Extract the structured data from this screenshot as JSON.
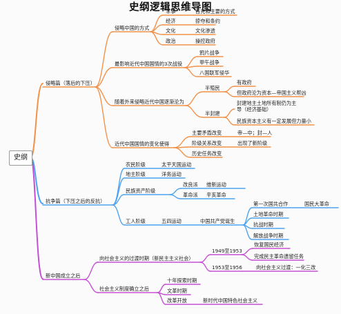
{
  "title": "史纲逻辑思维导图",
  "root": "史纲",
  "colors": {
    "orange": "#f2914a",
    "blue": "#4da3ee",
    "purple": "#c54fd4"
  },
  "branches": {
    "invasion": {
      "label": "侵略篇（落后的下压）",
      "ways": {
        "label": "侵略中国的方式",
        "items": [
          {
            "label": "军事",
            "desc": "首先和主要的方式"
          },
          {
            "label": "经济",
            "desc": "掠夺和条约"
          },
          {
            "label": "文化",
            "desc": "文化渗透"
          },
          {
            "label": "政治",
            "desc": "操控政府"
          }
        ]
      },
      "wars": {
        "label": "最影响近代中国国情的3次战役",
        "items": [
          "鸦片战争",
          "甲午战争",
          "八国联军侵华"
        ]
      },
      "nature": {
        "label": "随着外来侵略近代中国逐渐沦为",
        "semi_colonial": {
          "label": "半殖民",
          "items": [
            "有政府",
            "但政府沦为资本—帝国主义帮凶"
          ]
        },
        "semi_feudal": {
          "label": "半封建",
          "items": [
            "封建地主土地所有制仍为主导（经济基础）",
            "民族资本主义有一定发展但力量小"
          ]
        }
      },
      "change": {
        "label": "近代中国国情的变化使得",
        "items": [
          {
            "label": "主要矛盾改变",
            "desc": "帝—中；封—人"
          },
          {
            "label": "阶级关系改变",
            "desc": "出现了新阶级"
          },
          {
            "label": "历史任务改变",
            "desc": ""
          }
        ]
      }
    },
    "struggle": {
      "label": "抗争篇（下压之后的反抗）",
      "peasant": {
        "label": "农民阶级",
        "desc": "太平天国运动"
      },
      "landlord": {
        "label": "地主阶级",
        "desc": "洋务运动"
      },
      "bourgeois": {
        "label": "民族资产阶级",
        "items": [
          {
            "label": "改良派",
            "desc": "维新运动"
          },
          {
            "label": "革命派",
            "desc": "辛亥革命"
          }
        ]
      },
      "worker": {
        "label": "工人阶级",
        "movement": "五四运动",
        "party": "中国共产党诞生",
        "items": [
          {
            "label": "第一次国共合作",
            "desc": "国民大革命"
          },
          {
            "label": "土地革命时期",
            "desc": ""
          },
          {
            "label": "抗战时期",
            "desc": ""
          },
          {
            "label": "解放战争时期",
            "desc": ""
          }
        ]
      }
    },
    "prc": {
      "label": "新中国成立之后",
      "transition": {
        "label": "向社会主义的过渡时期（新民主主义社会）",
        "p1": {
          "label": "1949至1953",
          "items": [
            "恢复国民经济",
            "完成民主革命遗留任务"
          ]
        },
        "p2": {
          "label": "1953至1956",
          "desc": "向社会主义过渡：一化三改"
        }
      },
      "socialism": {
        "label": "社会主义制度确立之后",
        "items": [
          {
            "label": "十年探索时期",
            "desc": ""
          },
          {
            "label": "文革时期",
            "desc": ""
          },
          {
            "label": "改革开放",
            "desc": "新时代中国特色社会主义"
          }
        ]
      }
    }
  }
}
